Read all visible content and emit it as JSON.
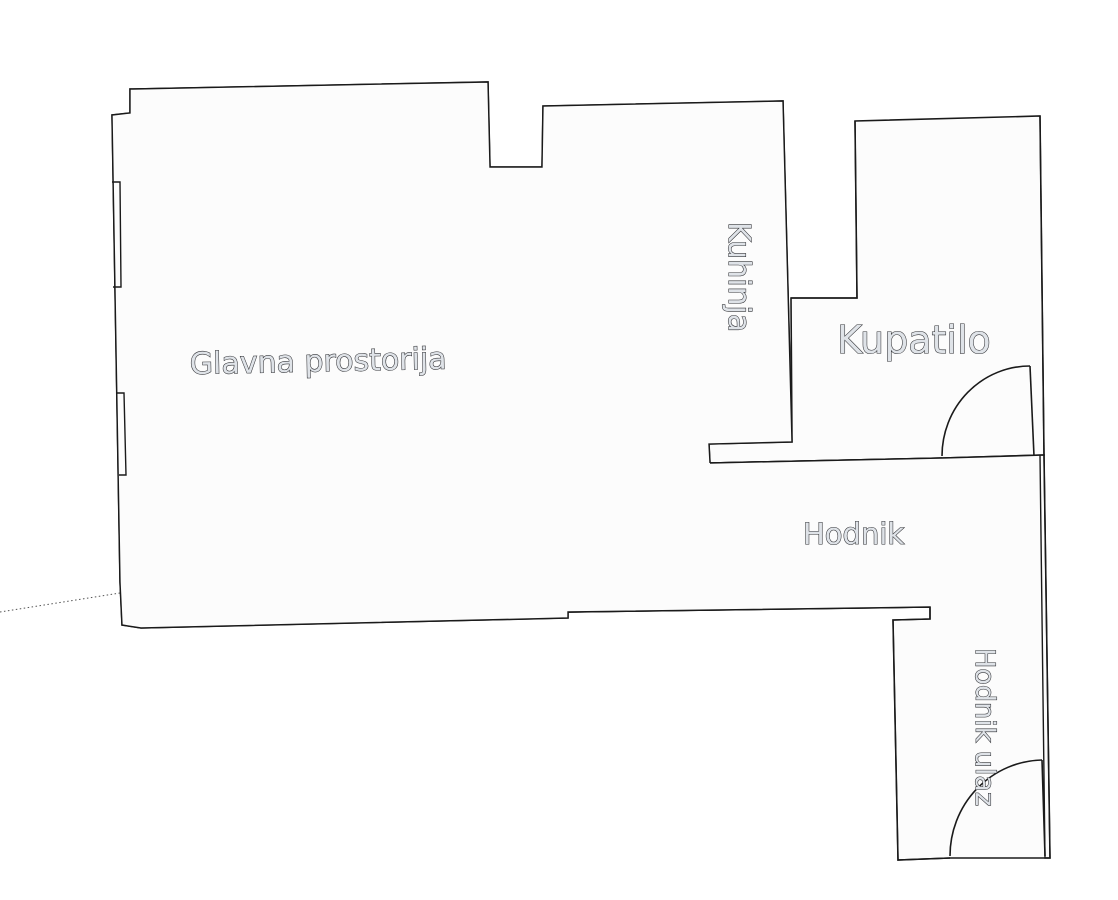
{
  "floorplan": {
    "rooms": {
      "main": {
        "label": "Glavna prostorija"
      },
      "kitchen": {
        "label": "Kuhinja"
      },
      "bathroom": {
        "label": "Kupatilo"
      },
      "hallway": {
        "label": "Hodnik"
      },
      "entrance": {
        "label": "Hodnik ulaz"
      }
    },
    "colors": {
      "floor": "#fcfcfc",
      "wall": "#1a1a1a",
      "label_fill": "#dfe3e8",
      "label_outline": "#2e2f33"
    }
  }
}
